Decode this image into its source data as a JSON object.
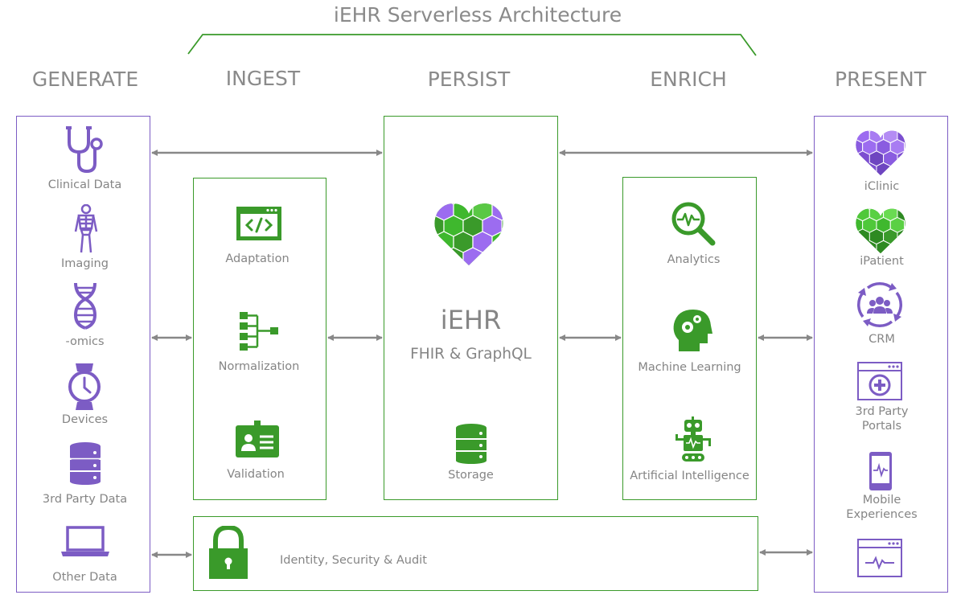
{
  "title": "iEHR Serverless Architecture",
  "columns": {
    "generate": "GENERATE",
    "ingest": "INGEST",
    "persist": "PERSIST",
    "enrich": "ENRICH",
    "present": "PRESENT"
  },
  "generate_items": [
    {
      "label": "Clinical Data",
      "icon": "stethoscope-icon"
    },
    {
      "label": "Imaging",
      "icon": "skeleton-icon"
    },
    {
      "label": "-omics",
      "icon": "dna-icon"
    },
    {
      "label": "Devices",
      "icon": "smartwatch-icon"
    },
    {
      "label": "3rd Party Data",
      "icon": "database-icon"
    },
    {
      "label": "Other Data",
      "icon": "laptop-icon"
    }
  ],
  "ingest_items": [
    {
      "label": "Adaptation",
      "icon": "code-window-icon"
    },
    {
      "label": "Normalization",
      "icon": "hierarchy-icon"
    },
    {
      "label": "Validation",
      "icon": "id-card-icon"
    }
  ],
  "persist": {
    "name": "iEHR",
    "subtitle": "FHIR & GraphQL",
    "storage_label": "Storage"
  },
  "enrich_items": [
    {
      "label": "Analytics",
      "icon": "magnifier-pulse-icon"
    },
    {
      "label": "Machine Learning",
      "icon": "head-gears-icon"
    },
    {
      "label": "Artificial Intelligence",
      "icon": "robot-icon"
    }
  ],
  "present_items": [
    {
      "label": "iClinic",
      "icon": "heart-purple-icon"
    },
    {
      "label": "iPatient",
      "icon": "heart-green-icon"
    },
    {
      "label": "CRM",
      "icon": "crm-cycle-icon"
    },
    {
      "label": "3rd Party Portals",
      "line1": "3rd Party",
      "line2": "Portals",
      "icon": "portal-window-icon"
    },
    {
      "label": "Mobile Experiences",
      "line1": "Mobile",
      "line2": "Experiences",
      "icon": "mobile-pulse-icon"
    },
    {
      "label": "",
      "icon": "window-pulse-icon"
    }
  ],
  "security": {
    "label": "Identity, Security & Audit",
    "icon": "padlock-icon"
  },
  "colors": {
    "purple": "#7c5cc4",
    "green": "#3a9a2a",
    "text": "#858585",
    "arrow": "#888888"
  }
}
